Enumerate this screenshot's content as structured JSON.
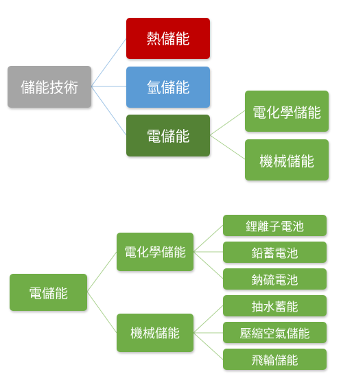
{
  "colors": {
    "gray": "#a5a5a5",
    "red": "#c00000",
    "blue": "#5b9bd5",
    "dark_green": "#548235",
    "green": "#70ad47",
    "connector_blue": "#9dc3e6",
    "connector_green": "#a9d18e"
  },
  "tree1": {
    "root": "儲能技術",
    "thermal": "熱儲能",
    "hydrogen": "氫儲能",
    "electric": "電儲能",
    "electrochemical": "電化學儲能",
    "mechanical": "機械儲能"
  },
  "tree2": {
    "root": "電儲能",
    "electrochemical": "電化學儲能",
    "mechanical": "機械儲能",
    "li_ion": "鋰離子電池",
    "lead_acid": "鉛蓄電池",
    "sodium_sulfur": "鈉硫電池",
    "pumped_hydro": "抽水蓄能",
    "compressed_air": "壓縮空氣儲能",
    "flywheel": "飛輪儲能"
  }
}
